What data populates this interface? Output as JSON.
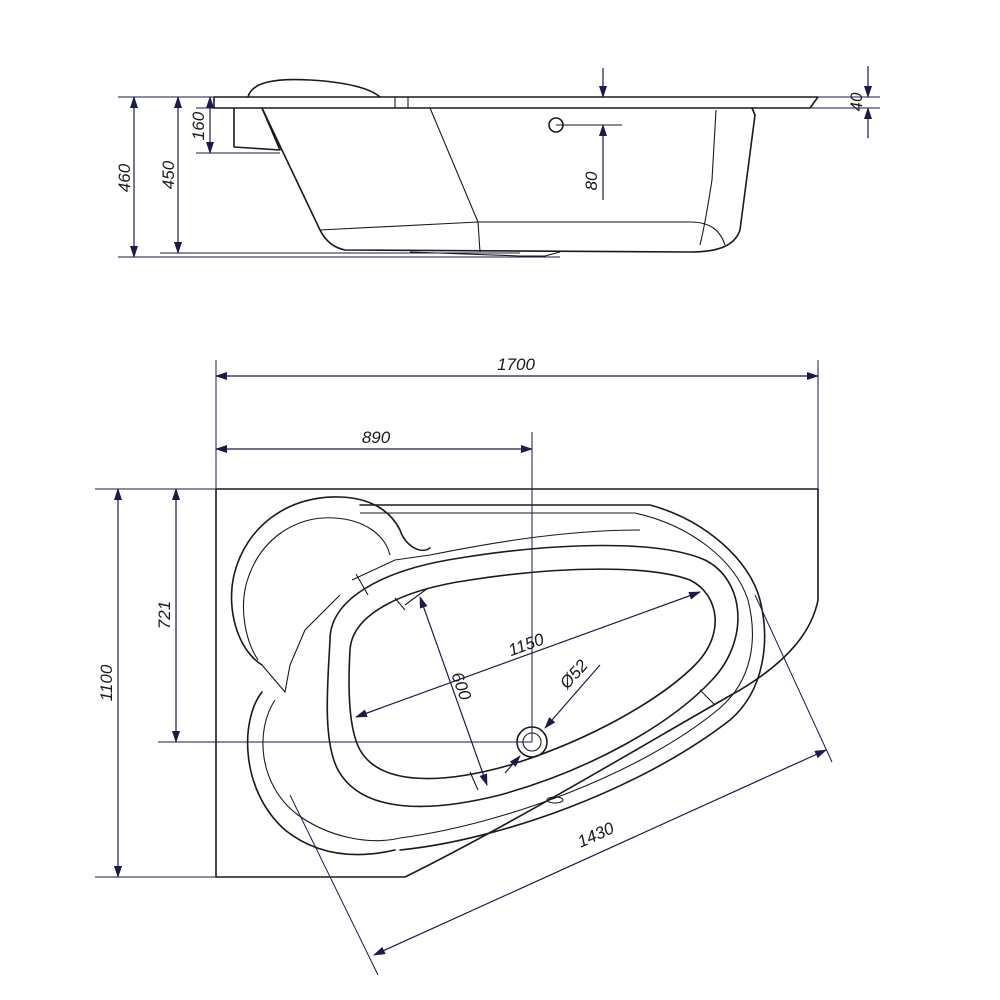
{
  "side_view": {
    "dimensions": {
      "overall_height": "460",
      "inner_depth": "450",
      "headrest_height": "160",
      "overflow_offset": "80",
      "rim_thickness": "40"
    }
  },
  "top_view": {
    "dimensions": {
      "overall_length": "1700",
      "drain_offset_x": "890",
      "overall_width": "1100",
      "drain_offset_y": "721",
      "basin_length": "1150",
      "basin_width": "600",
      "drain_diameter": "Ø52",
      "diagonal_length": "1430"
    }
  }
}
